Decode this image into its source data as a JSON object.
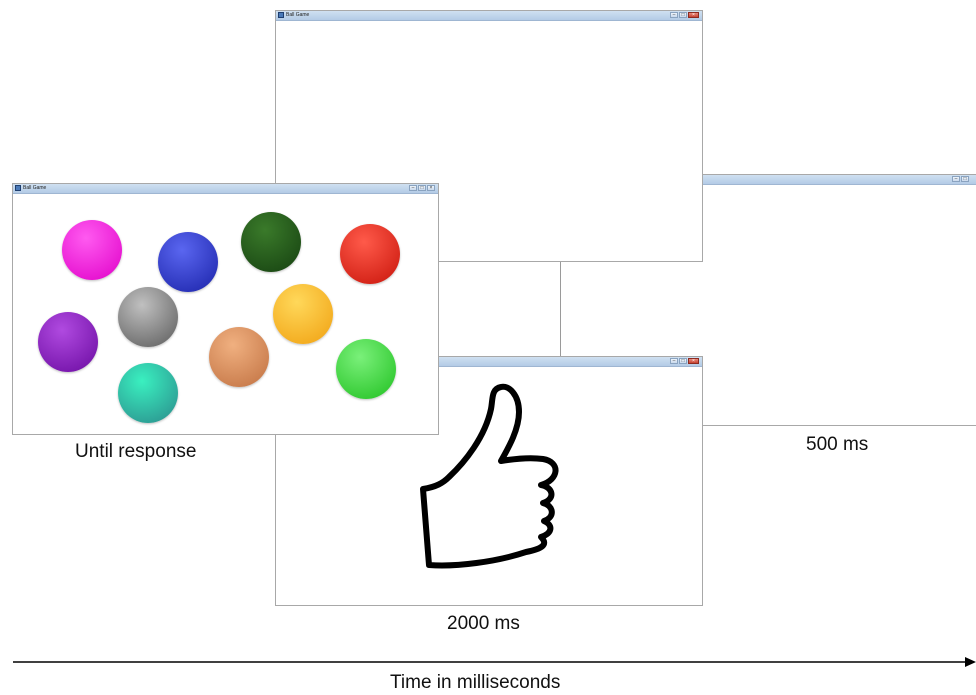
{
  "windows": {
    "title": "Ball Game",
    "minimize_glyph": "–",
    "maximize_glyph": "□",
    "close_glyph": "×"
  },
  "frames": [
    {
      "id": "ball-display",
      "label": "Until response"
    },
    {
      "id": "thumbs-up-feedback",
      "label": "2000 ms",
      "icon": "thumbs-up-icon"
    },
    {
      "id": "blank-interval",
      "label": "500 ms"
    }
  ],
  "balls": [
    {
      "color": "magenta",
      "top": "#ff5af0",
      "bottom": "#e000c8"
    },
    {
      "color": "blue",
      "top": "#5a66f0",
      "bottom": "#1a22a8"
    },
    {
      "color": "dark-green",
      "top": "#3a7a2a",
      "bottom": "#154010"
    },
    {
      "color": "red",
      "top": "#ff5a4a",
      "bottom": "#c8140a"
    },
    {
      "color": "purple",
      "top": "#b04ae0",
      "bottom": "#6a0aa0"
    },
    {
      "color": "gray",
      "top": "#c0c0c0",
      "bottom": "#5a5a5a"
    },
    {
      "color": "yellow",
      "top": "#ffd85a",
      "bottom": "#f0a010"
    },
    {
      "color": "tan",
      "top": "#f0b080",
      "bottom": "#c07040"
    },
    {
      "color": "green",
      "top": "#7af07a",
      "bottom": "#20c020"
    },
    {
      "color": "teal",
      "top": "#3af0c0",
      "bottom": "#2a8a8a"
    }
  ],
  "axis": {
    "label": "Time in milliseconds"
  }
}
